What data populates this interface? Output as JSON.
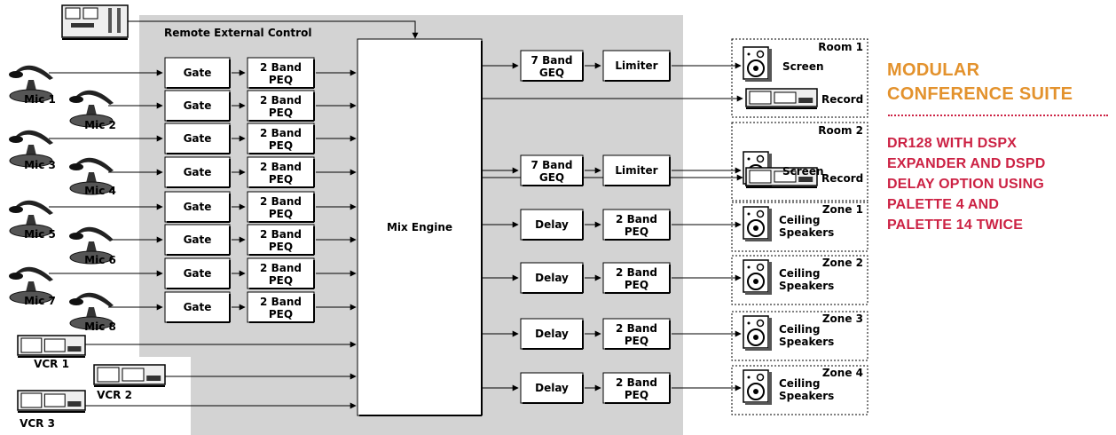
{
  "remote_control_label": "Remote External Control",
  "mix_engine_label": "Mix Engine",
  "mics": [
    "Mic 1",
    "Mic 2",
    "Mic 3",
    "Mic 4",
    "Mic 5",
    "Mic 6",
    "Mic 7",
    "Mic 8"
  ],
  "vcrs": [
    "VCR 1",
    "VCR 2",
    "VCR 3"
  ],
  "input_chain": {
    "gate_label": "Gate",
    "peq_line1": "2 Band",
    "peq_line2": "PEQ"
  },
  "rooms": [
    {
      "name": "Room 1",
      "geq_line1": "7 Band",
      "geq_line2": "GEQ",
      "limiter": "Limiter",
      "screen": "Screen",
      "record": "Record"
    },
    {
      "name": "Room 2",
      "geq_line1": "7 Band",
      "geq_line2": "GEQ",
      "limiter": "Limiter",
      "screen": "Screen",
      "record": "Record"
    }
  ],
  "zones": [
    {
      "name": "Zone 1",
      "delay": "Delay",
      "peq_line1": "2 Band",
      "peq_line2": "PEQ",
      "spk_line1": "Ceiling",
      "spk_line2": "Speakers"
    },
    {
      "name": "Zone 2",
      "delay": "Delay",
      "peq_line1": "2 Band",
      "peq_line2": "PEQ",
      "spk_line1": "Ceiling",
      "spk_line2": "Speakers"
    },
    {
      "name": "Zone 3",
      "delay": "Delay",
      "peq_line1": "2 Band",
      "peq_line2": "PEQ",
      "spk_line1": "Ceiling",
      "spk_line2": "Speakers"
    },
    {
      "name": "Zone 4",
      "delay": "Delay",
      "peq_line1": "2 Band",
      "peq_line2": "PEQ",
      "spk_line1": "Ceiling",
      "spk_line2": "Speakers"
    }
  ],
  "suite": {
    "title_line1": "MODULAR",
    "title_line2": "CONFERENCE SUITE",
    "desc_line1": "DR128 WITH DSPX",
    "desc_line2": "EXPANDER AND DSPD",
    "desc_line3": "DELAY OPTION USING",
    "desc_line4": "PALETTE 4 AND",
    "desc_line5": "PALETTE 14 TWICE"
  },
  "colors": {
    "title": "#e3922d",
    "description": "#cc2244",
    "background_panel": "#d3d3d3"
  }
}
